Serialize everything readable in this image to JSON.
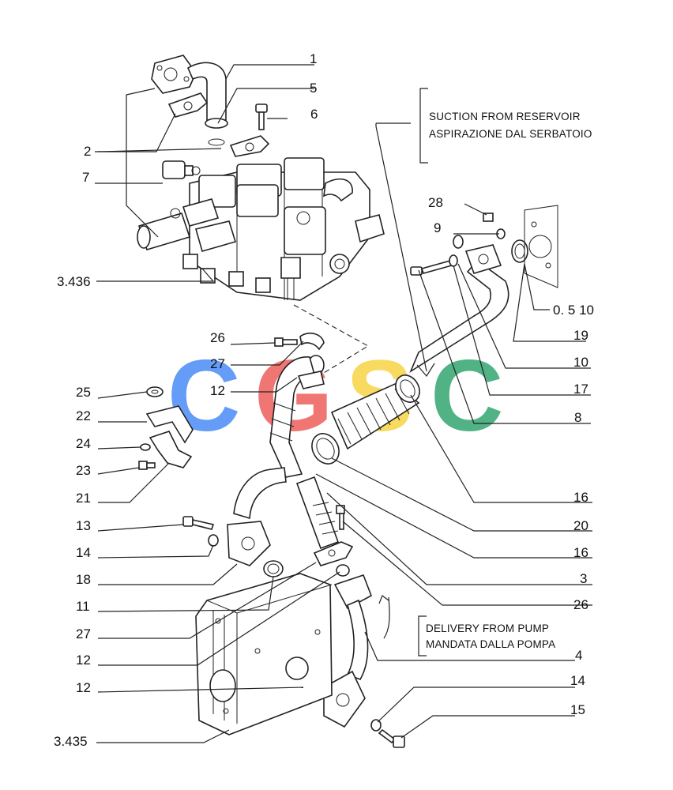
{
  "notes": {
    "suction_line1": "SUCTION FROM RESERVOIR",
    "suction_line2": "ASPIRAZIONE DAL SERBATOIO",
    "delivery_line1": "DELIVERY FROM PUMP",
    "delivery_line2": "MANDATA DALLA POMPA"
  },
  "watermark": {
    "text": "CGSC",
    "colors": [
      "#4f8ff7",
      "#ef6461",
      "#f7d54a",
      "#3aa876"
    ]
  },
  "labels": {
    "p1": "1",
    "p5": "5",
    "p6": "6",
    "p2": "2",
    "p7": "7",
    "p3436": "3.436",
    "p28": "28",
    "p9": "9",
    "p0510": "0. 5 10",
    "p19": "19",
    "p10": "10",
    "p17": "17",
    "p8": "8",
    "p26a": "26",
    "p27a": "27",
    "p12a": "12",
    "p25": "25",
    "p22": "22",
    "p24": "24",
    "p23": "23",
    "p21": "21",
    "p16a": "16",
    "p20": "20",
    "p16b": "16",
    "p13": "13",
    "p14a": "14",
    "p18": "18",
    "p3": "3",
    "p11": "11",
    "p26b": "26",
    "p27b": "27",
    "p4": "4",
    "p12b": "12",
    "p14b": "14",
    "p12c": "12",
    "p15": "15",
    "p3435": "3.435"
  }
}
